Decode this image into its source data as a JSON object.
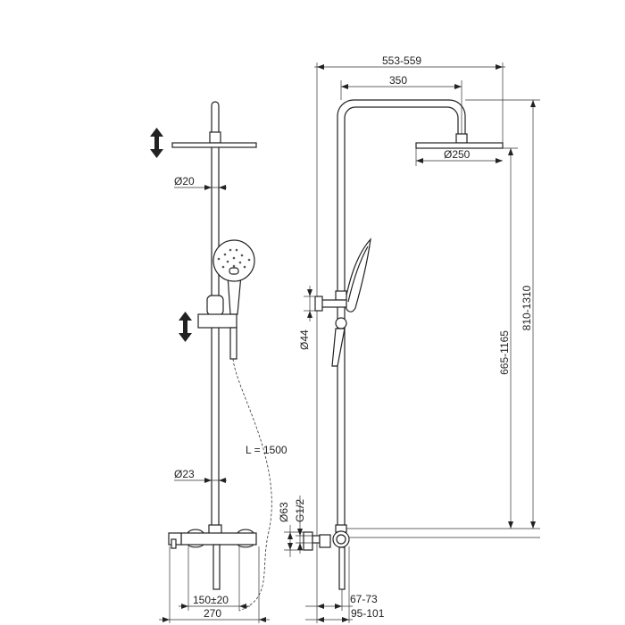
{
  "left_view": {
    "rail_diameter_top": "Ø20",
    "rail_diameter_bottom": "Ø23",
    "hose_length": "L = 1500",
    "bracket_spacing": "150±20",
    "mixer_width": "270"
  },
  "right_view": {
    "overall_projection": "553-559",
    "arm_length": "350",
    "head_diameter": "Ø250",
    "height_head": "665-1165",
    "height_total": "810-1310",
    "holder_diameter": "Ø44",
    "escutcheon_diameter": "Ø63",
    "thread": "G1/2",
    "wall_to_rail": "67-73",
    "wall_to_front": "95-101"
  }
}
